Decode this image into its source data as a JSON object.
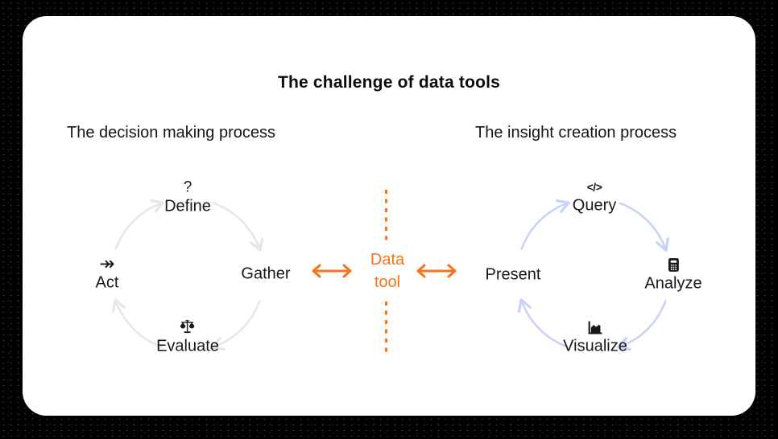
{
  "title": "The challenge of data tools",
  "colors": {
    "accent": "#f97316",
    "left_arrows": "#e7e7e9",
    "right_arrows": "#c9d3f7",
    "ink": "#17171c",
    "card_bg": "#ffffff",
    "page_bg": "#000000"
  },
  "left_process": {
    "title": "The decision making process",
    "steps": {
      "define": {
        "label": "Define",
        "icon": "question-mark-icon",
        "glyph": "?"
      },
      "gather": {
        "label": "Gather"
      },
      "evaluate": {
        "label": "Evaluate",
        "icon": "balance-scale-icon"
      },
      "act": {
        "label": "Act",
        "icon": "two-headed-arrow-icon",
        "glyph": "↠"
      }
    }
  },
  "center": {
    "label": "Data tool",
    "line1": "Data",
    "line2": "tool"
  },
  "right_process": {
    "title": "The insight creation process",
    "steps": {
      "query": {
        "label": "Query",
        "icon": "code-icon",
        "glyph": "</>"
      },
      "analyze": {
        "label": "Analyze",
        "icon": "calculator-icon"
      },
      "visualize": {
        "label": "Visualize",
        "icon": "area-chart-icon"
      },
      "present": {
        "label": "Present"
      }
    }
  }
}
